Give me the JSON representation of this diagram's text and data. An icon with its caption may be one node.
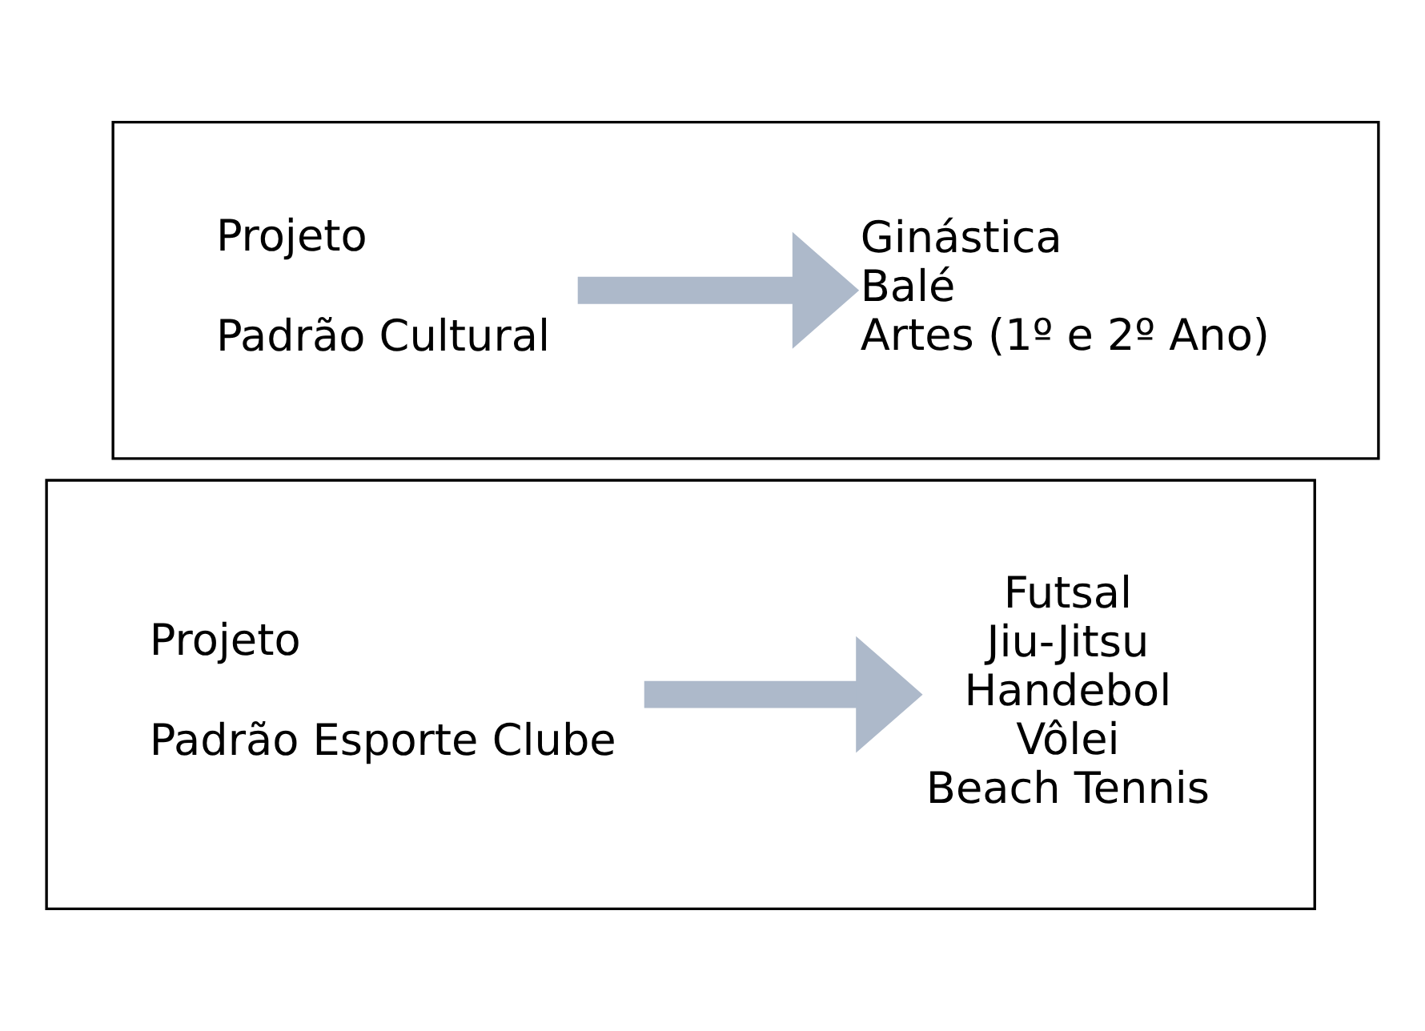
{
  "diagram": {
    "nodes": [
      {
        "text": [],
        "shape": "box"
      },
      {
        "text": [
          "Projeto",
          "Padrão Cultural"
        ],
        "in": 0
      },
      {
        "text": [
          "Ginástica",
          "Balé",
          "Artes (1º e 2º Ano)"
        ],
        "in": 0
      },
      {
        "text": [],
        "shape": "box"
      },
      {
        "text": [
          "Projeto",
          "Padrão Esporte Clube"
        ],
        "in": 3
      },
      {
        "text": [
          "Futsal",
          "Jiu-Jitsu",
          "Handebol",
          "Vôlei",
          "Beach Tennis"
        ],
        "in": 3
      }
    ],
    "edges": [
      {
        "from": 1,
        "to": 2,
        "arrow": "to",
        "color": "#adb9ca"
      },
      {
        "from": 4,
        "to": 5,
        "arrow": "to",
        "color": "#adb9ca"
      }
    ]
  }
}
